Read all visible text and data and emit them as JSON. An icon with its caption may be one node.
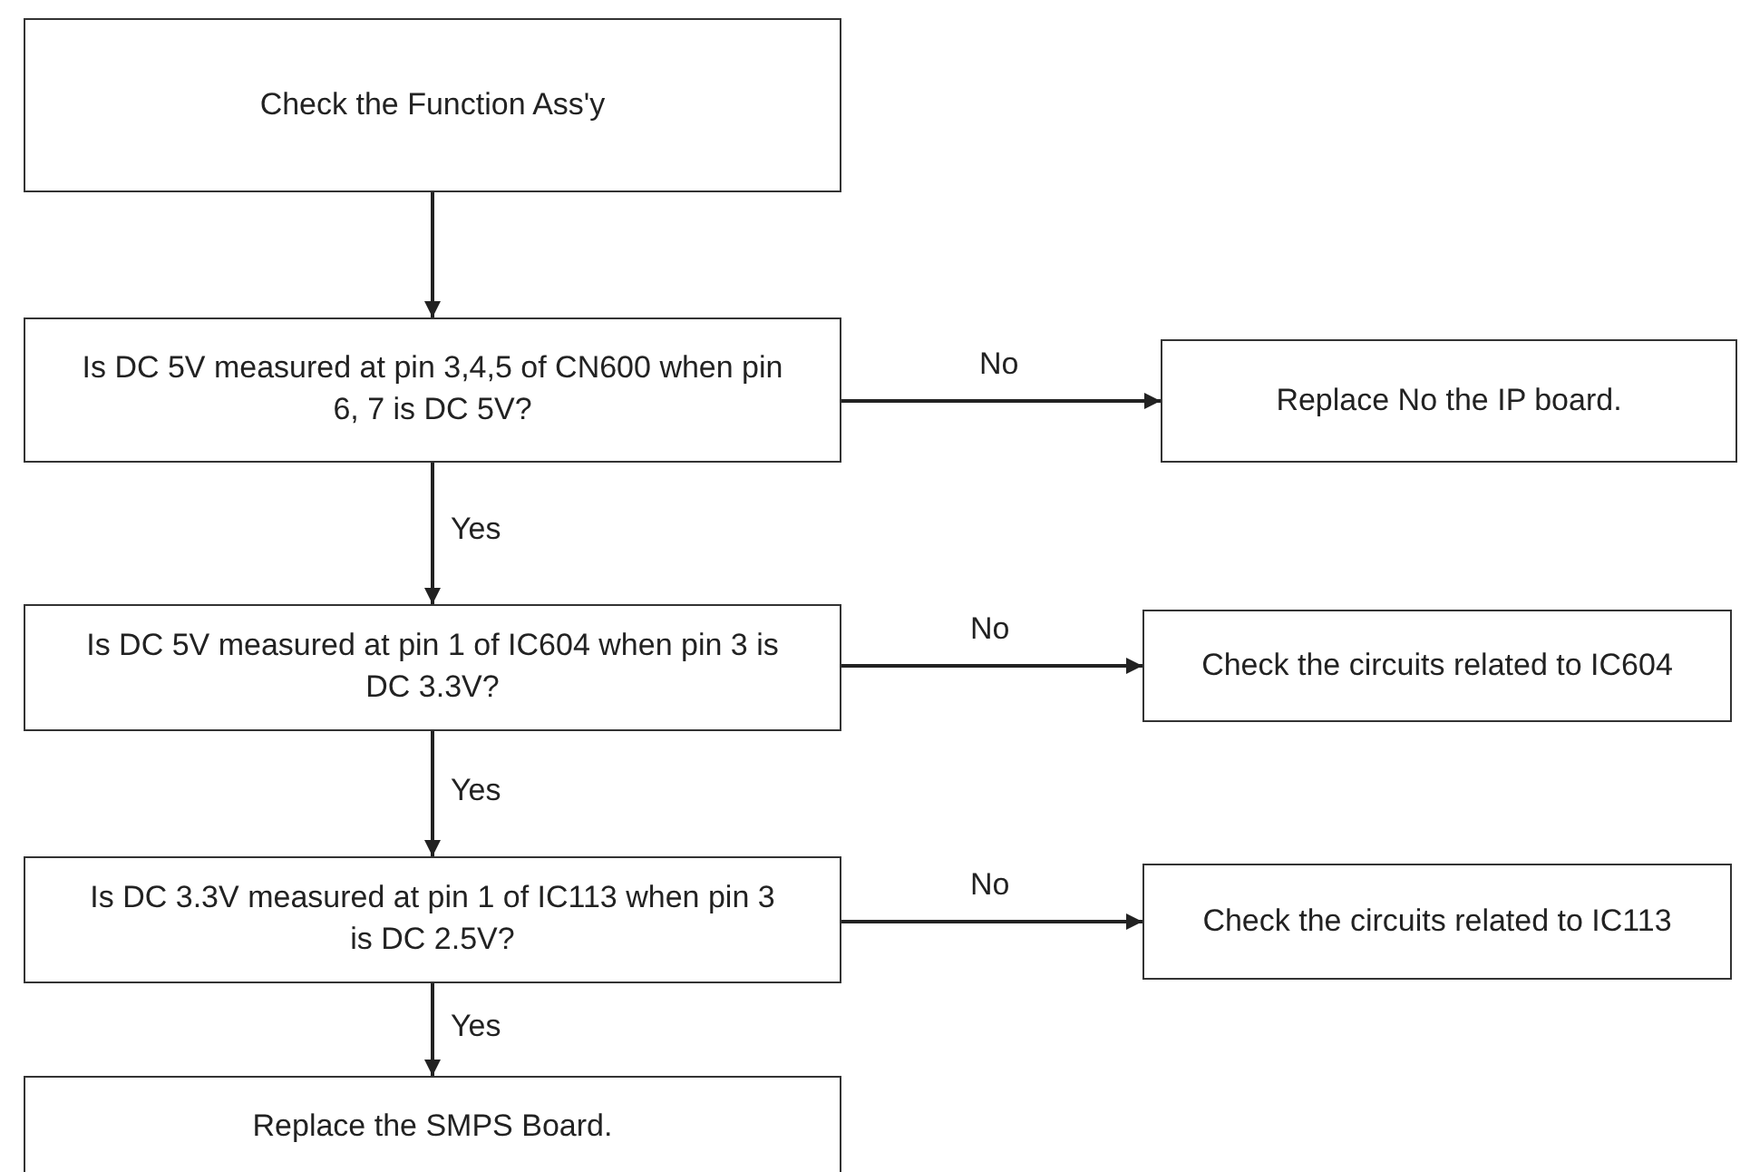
{
  "diagram": {
    "nodes": [
      {
        "text": [
          "Check the Function Ass'y"
        ]
      },
      {
        "text": [
          "Is DC 5V measured at pin 3,4,5 of CN600 when pin 6, 7 is DC 5V?"
        ]
      },
      {
        "text": [
          "Is DC 5V measured at pin 1 of IC604 when pin 3 is DC 3.3V?"
        ]
      },
      {
        "text": [
          "Is DC 3.3V measured at pin 1 of IC113 when pin 3 is DC 2.5V?"
        ]
      },
      {
        "text": [
          "Replace the SMPS Board."
        ]
      },
      {
        "text": [
          "Replace No the IP board."
        ]
      },
      {
        "text": [
          "Check the circuits related to IC604"
        ]
      },
      {
        "text": [
          "Check the circuits related to IC113"
        ]
      }
    ],
    "edges": [
      {
        "from": 0,
        "to": 1,
        "arrow": "to"
      },
      {
        "from": 1,
        "to": 5,
        "arrow": "to",
        "label": "No"
      },
      {
        "from": 1,
        "to": 2,
        "arrow": "to",
        "label": "Yes"
      },
      {
        "from": 2,
        "to": 6,
        "arrow": "to",
        "label": "No"
      },
      {
        "from": 2,
        "to": 3,
        "arrow": "to",
        "label": "Yes"
      },
      {
        "from": 3,
        "to": 7,
        "arrow": "to",
        "label": "No"
      },
      {
        "from": 3,
        "to": 4,
        "arrow": "to",
        "label": "Yes"
      }
    ]
  }
}
